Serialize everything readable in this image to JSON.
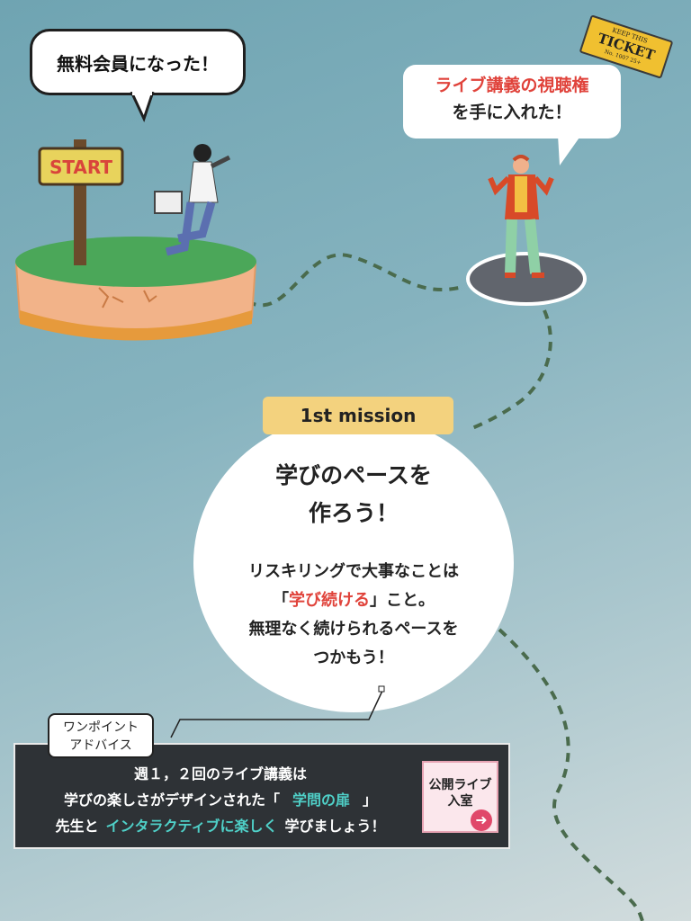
{
  "start_bubble": {
    "text": "無料会員になった！"
  },
  "start_sign": {
    "text": "START"
  },
  "ticket_bubble": {
    "line1": "ライブ講義の視聴権",
    "line2": "を手に入れた！"
  },
  "ticket": {
    "top": "KEEP THIS",
    "main": "TICKET",
    "bottom": "No. 1007   25+"
  },
  "mission": {
    "label": "1st mission",
    "title_line1": "学びのペースを",
    "title_line2": "作ろう！",
    "body_line1": "リスキリングで大事なことは",
    "body_line2_pre": "「",
    "body_line2_highlight": "学び続ける",
    "body_line2_post": "」こと。",
    "body_line3": "無理なく続けられるペースを",
    "body_line4": "つかもう！"
  },
  "advice": {
    "tag_line1": "ワンポイント",
    "tag_line2": "アドバイス",
    "line1": "週１，２回のライブ講義は",
    "line2_pre": "学びの楽しさがデザインされた「",
    "line2_highlight": "学問の扉",
    "line2_post": "」",
    "line3_pre": "先生と",
    "line3_highlight": "インタラクティブに楽しく",
    "line3_post": "学びましょう！"
  },
  "live_button": {
    "line1": "公開ライブ",
    "line2": "入室",
    "icon": "arrow-right-icon"
  },
  "colors": {
    "accent_red": "#e0433b",
    "accent_teal": "#4fd0c8",
    "mission_label": "#f3d27e",
    "path": "#4a6b4d"
  }
}
